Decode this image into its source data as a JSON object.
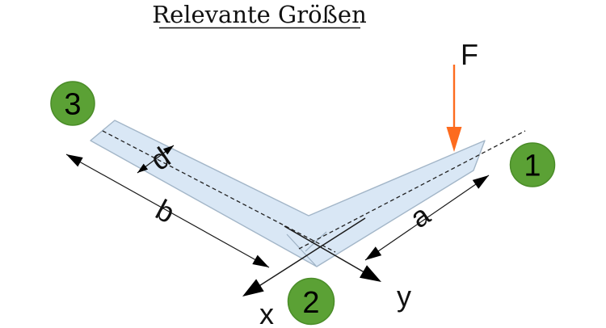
{
  "title": "Relevante Größen",
  "force": {
    "label": "F"
  },
  "axes": {
    "x_label": "x",
    "y_label": "y"
  },
  "dimensions": {
    "a": "a",
    "b": "b",
    "d": "d"
  },
  "markers": {
    "m1": "1",
    "m2": "2",
    "m3": "3"
  },
  "colors": {
    "marker_green": "#5ba135",
    "marker_border": "#4a8c28",
    "force_orange": "#fd6b1e",
    "beam_fill": "#d9e7f5",
    "beam_outline": "#a3b6c8",
    "line_dark": "#1a1a1a",
    "background": "#ffffff"
  }
}
